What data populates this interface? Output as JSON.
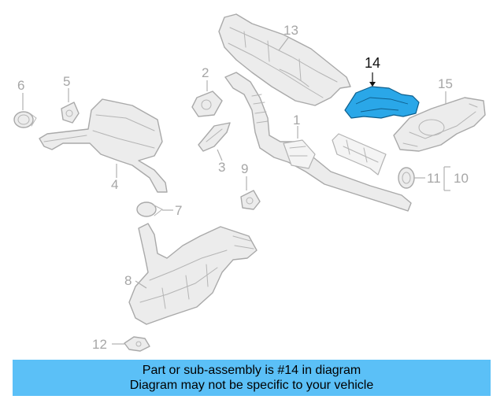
{
  "diagram": {
    "highlighted_part": "14",
    "highlight_color": "#2aa7e8",
    "callouts": {
      "c1": "1",
      "c2": "2",
      "c3": "3",
      "c4": "4",
      "c5": "5",
      "c6": "6",
      "c7": "7",
      "c8": "8",
      "c9": "9",
      "c10": "10",
      "c11": "11",
      "c12": "12",
      "c13": "13",
      "c14": "14",
      "c15": "15"
    }
  },
  "banner": {
    "line1": "Part or sub-assembly is #14 in diagram",
    "line2": "Diagram may not be specific to your vehicle",
    "background": "#5bc0f7"
  }
}
